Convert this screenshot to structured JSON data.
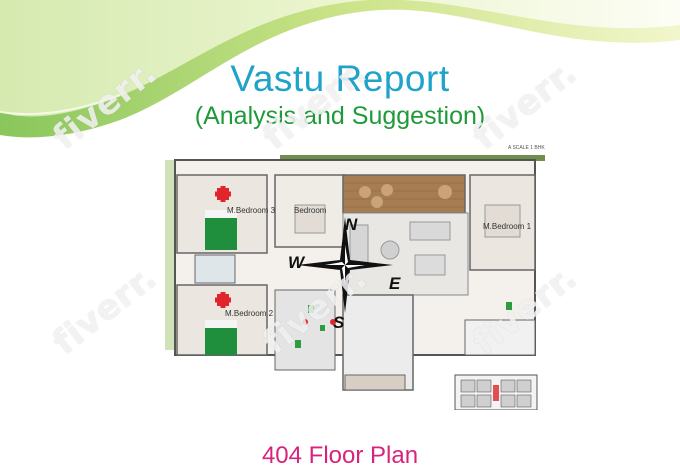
{
  "header": {
    "title": "Vastu Report",
    "subtitle": "(Analysis and Suggestion)"
  },
  "plan": {
    "scale_note": "A SCALE 1 BHK",
    "rooms": {
      "bedroom_top_left": "M.Bedroom 3",
      "bedroom_top": "Bedroom",
      "bedroom_right": "M.Bedroom 1",
      "bedroom_bottom_left": "M.Bedroom 2"
    },
    "compass": {
      "north": "N",
      "south": "S",
      "east": "E",
      "west": "W"
    }
  },
  "footer": {
    "title": "404 Floor Plan"
  },
  "watermark": {
    "text": "fiverr."
  },
  "colors": {
    "title": "#1fa3c9",
    "subtitle": "#1f9a3a",
    "footer": "#d8237d",
    "marker": "#e0262c",
    "bed": "#1f8f3e"
  }
}
